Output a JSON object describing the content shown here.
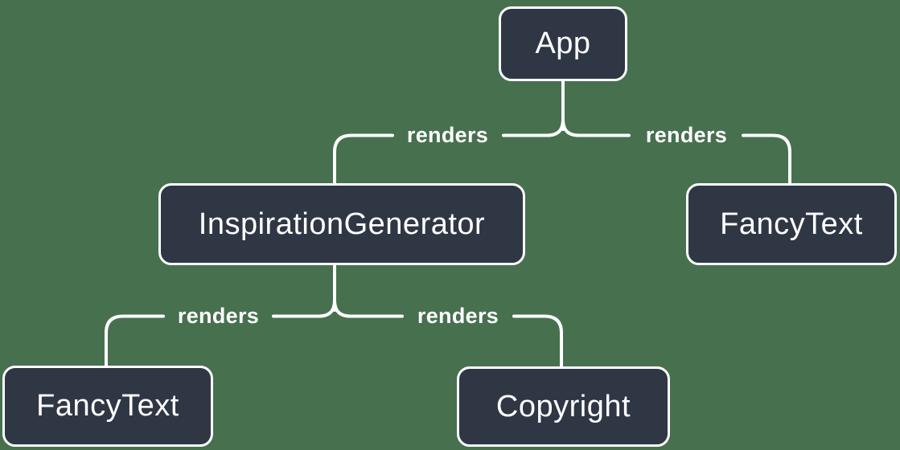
{
  "diagram": {
    "type": "component-render-tree",
    "colors": {
      "background": "#47704F",
      "node_fill": "#2F3745",
      "stroke": "#FFFFFF",
      "text": "#FFFFFF"
    },
    "nodes": {
      "app": {
        "label": "App"
      },
      "inspiration_generator": {
        "label": "InspirationGenerator"
      },
      "fancy_text_right": {
        "label": "FancyText"
      },
      "fancy_text_left": {
        "label": "FancyText"
      },
      "copyright": {
        "label": "Copyright"
      }
    },
    "edges": {
      "app_to_inspiration_generator": {
        "label": "renders"
      },
      "app_to_fancy_text": {
        "label": "renders"
      },
      "inspiration_generator_to_fancy_text": {
        "label": "renders"
      },
      "inspiration_generator_to_copyright": {
        "label": "renders"
      }
    }
  }
}
